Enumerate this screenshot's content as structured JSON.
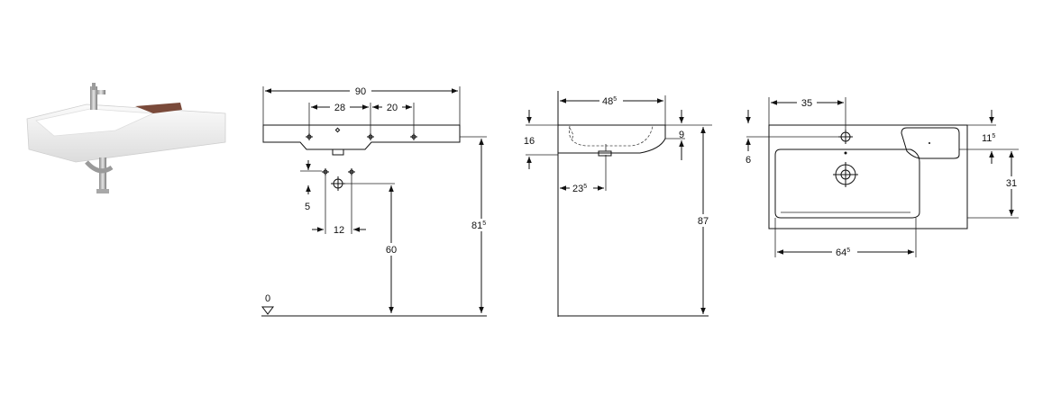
{
  "front": {
    "width_label": "90",
    "spacing_left_label": "28",
    "spacing_right_label": "20",
    "waste_drop_label": "5",
    "waste_spacing_label": "12",
    "waste_height_label": "60",
    "rim_height_main": "81",
    "rim_height_sup": "5",
    "floor_label": "0"
  },
  "side": {
    "depth_main": "48",
    "depth_sup": "5",
    "basin_height_label": "16",
    "rim_thickness_label": "9",
    "outlet_main": "23",
    "outlet_sup": "5",
    "total_height_label": "87"
  },
  "top": {
    "tap_offset_label": "35",
    "shelf_main": "11",
    "shelf_sup": "5",
    "tap_depth_label": "6",
    "basin_depth_label": "31",
    "basin_width_main": "64",
    "basin_width_sup": "5"
  },
  "colors": {
    "line": "#111111",
    "basin": "#f2f2f2",
    "shelf_accent": "#7a4a3a",
    "chrome": "#b8b8b8"
  }
}
